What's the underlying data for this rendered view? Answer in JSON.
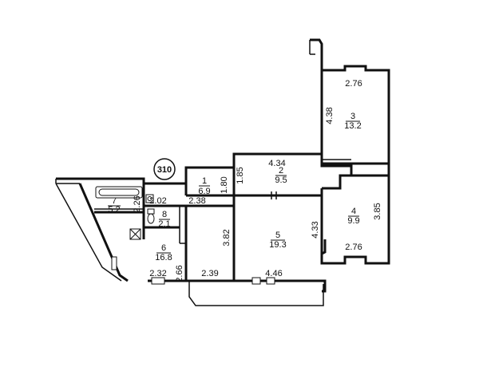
{
  "apartment_number": "310",
  "rooms": [
    {
      "id": "r1",
      "number": "1",
      "area": "6.9"
    },
    {
      "id": "r2",
      "number": "2",
      "area": "9.5"
    },
    {
      "id": "r3",
      "number": "3",
      "area": "13.2"
    },
    {
      "id": "r4",
      "number": "4",
      "area": "9.9"
    },
    {
      "id": "r5",
      "number": "5",
      "area": "19.3"
    },
    {
      "id": "r6",
      "number": "6",
      "area": "16.8"
    },
    {
      "id": "r7",
      "number": "7",
      "area": "5.2"
    },
    {
      "id": "r8",
      "number": "8",
      "area": "2.1"
    }
  ],
  "dimensions": {
    "room3_width": "2.76",
    "room3_depth": "4.38",
    "room4_width": "2.76",
    "room4_depth": "3.85",
    "room2_width": "4.34",
    "room2_depth": "1.85",
    "room1_depth": "1.80",
    "room5_width": "4.46",
    "room5_depth": "4.33",
    "corridor_depth": "3.82",
    "corridor_top": "2.38",
    "bath_width": "2.02",
    "bath_depth": "2.26",
    "kitchen_width": "2.32",
    "hall_gap": "2.66",
    "hall_width": "2.39"
  }
}
